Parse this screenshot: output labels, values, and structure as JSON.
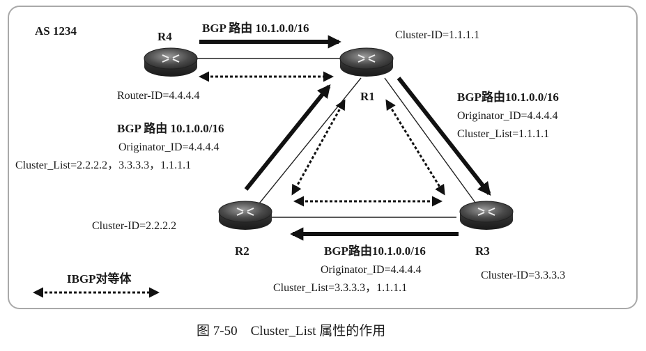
{
  "as_label": "AS 1234",
  "routers": {
    "r4": {
      "name": "R4",
      "info": "Router-ID=4.4.4.4"
    },
    "r1": {
      "name": "R1",
      "info": "Cluster-ID=1.1.1.1"
    },
    "r2": {
      "name": "R2",
      "info": "Cluster-ID=2.2.2.2"
    },
    "r3": {
      "name": "R3",
      "info": "Cluster-ID=3.3.3.3"
    }
  },
  "annotations": {
    "top": {
      "route": "BGP 路由 10.1.0.0/16"
    },
    "left": {
      "route": "BGP 路由 10.1.0.0/16",
      "originator": "Originator_ID=4.4.4.4",
      "cluster_list": "Cluster_List=2.2.2.2，3.3.3.3，1.1.1.1"
    },
    "right": {
      "route": "BGP路由10.1.0.0/16",
      "originator": "Originator_ID=4.4.4.4",
      "cluster_list": "Cluster_List=1.1.1.1"
    },
    "bottom": {
      "route": "BGP路由10.1.0.0/16",
      "originator": "Originator_ID=4.4.4.4",
      "cluster_list": "Cluster_List=3.3.3.3，1.1.1.1"
    }
  },
  "legend": {
    "label": "IBGP对等体"
  },
  "caption": "图 7-50    Cluster_List 属性的作用"
}
